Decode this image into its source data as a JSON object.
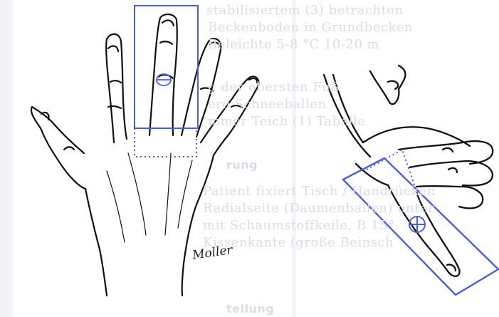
{
  "signature": "Moller",
  "bleed_through_text": [
    "stabilisiertem (3) betrachten",
    "Beckenboden in Grundbecken",
    "Beleichte 5-8 °C 10-20 m",
    "g der obersten Fuß",
    "ere Schneeballen",
    "mmer Teich (1) Tabelle",
    "rung",
    "Patient fixiert Tisch / Handrücken",
    "Radialseite (Daumenballen) unter",
    "mit Schaumstoffkeile, B 15°",
    "Kissenkante (große Beinsch",
    "tellung"
  ],
  "colors": {
    "frame_blue": "#4a5fd3",
    "ink": "#111111",
    "bleed_gray": "#d9dde7"
  }
}
